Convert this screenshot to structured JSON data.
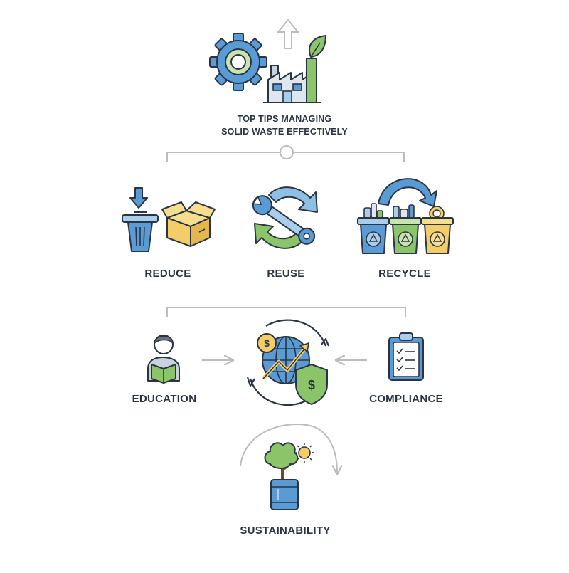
{
  "title": {
    "line1": "TOP TIPS MANAGING",
    "line2": "SOLID WASTE EFFECTIVELY"
  },
  "nodes": {
    "reduce": "REDUCE",
    "reuse": "REUSE",
    "recycle": "RECYCLE",
    "education": "EDUCATION",
    "compliance": "COMPLIANCE",
    "sustainability": "SUSTAINABILITY"
  },
  "icons": {
    "factory": "factory-gear-leaf-icon",
    "reduce": "trash-bin-box-icon",
    "reuse": "wrench-cycle-icon",
    "recycle": "recycling-bins-icon",
    "education": "student-reading-icon",
    "compliance": "clipboard-checklist-icon",
    "center": "globe-growth-shield-icon",
    "sustainability": "tree-sun-barrel-icon"
  },
  "colors": {
    "outline": "#2b3442",
    "blue": "#5b9bd5",
    "lightblue": "#a9cdea",
    "green": "#8cc46a",
    "lightgreen": "#c9e3b1",
    "yellow": "#f3cd6a",
    "connector": "#bcbcbc"
  }
}
